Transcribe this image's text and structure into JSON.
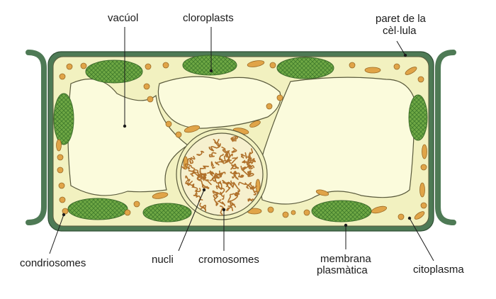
{
  "labels": {
    "vacuol": "vacúol",
    "cloroplasts": "cloroplasts",
    "paret_line1": "paret de la",
    "paret_line2": "cèl·lula",
    "condriosomes": "condriosomes",
    "nucli": "nucli",
    "cromosomes": "cromosomes",
    "membrana_line1": "membrana",
    "membrana_line2": "plasmàtica",
    "citoplasma": "citoplasma"
  },
  "colors": {
    "cell_wall": "#4e7a55",
    "cytoplasm": "#f2f1c0",
    "vacuole": "#fbfbdc",
    "chloroplast": "#6fa844",
    "mitochondria": "#e0a448",
    "nucleus": "#f6f0ce",
    "chromosomes": "#b0712b",
    "outline": "#5a5a3c"
  }
}
